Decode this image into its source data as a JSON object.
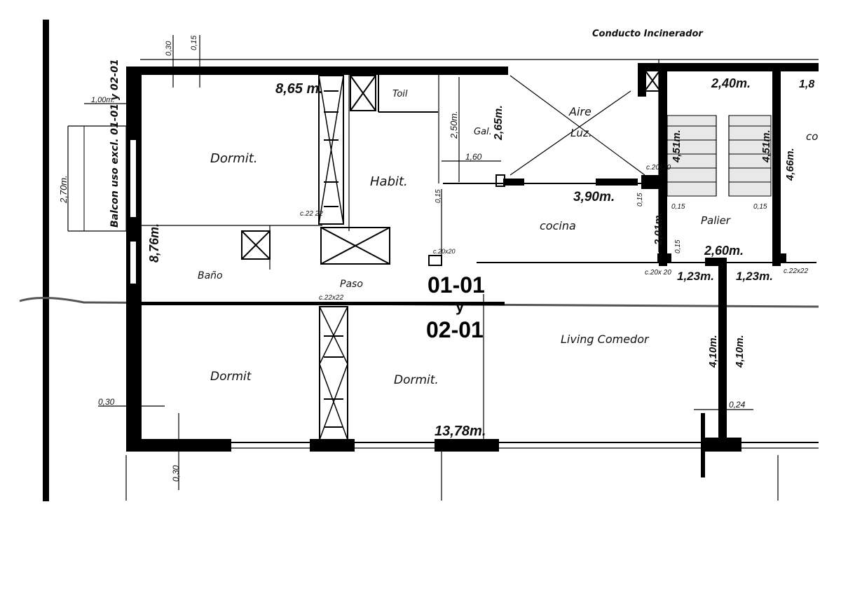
{
  "header": {
    "incinerator_label": "Conducto Incinerador"
  },
  "units": {
    "upper": "01-01",
    "connector": "y",
    "lower": "02-01"
  },
  "rooms": {
    "dormit_top": "Dormit.",
    "habit": "Habit.",
    "toil": "Toil",
    "gal": "Gal.",
    "aire_luz_1": "Aire",
    "aire_luz_2": "Luz.",
    "cocina": "cocina",
    "palier": "Palier",
    "bano": "Baño",
    "paso": "Paso",
    "dormit_bottom_left": "Dormit",
    "dormit_bottom_mid": "Dormit.",
    "living": "Living Comedor",
    "co_cut": "co",
    "balcon": "Balcon uso excl. 01-01 y 02-01"
  },
  "dimensions": {
    "d_030_top": "0,30",
    "d_015_top": "0,15",
    "d_100": "1,00m.",
    "d_270": "2,70m.",
    "d_865": "8,65 m.",
    "d_250": "2,50m.",
    "d_265": "2,65m.",
    "d_160": "1,60",
    "d_390": "3,90m.",
    "d_240": "2,40m.",
    "d_180": "1,8",
    "d_451": "4,51m.",
    "d_451b": "4,51m.",
    "d_466": "4,66m.",
    "d_876": "8,76m.",
    "d_015_a": "0,15",
    "d_015_b": "0,15",
    "d_015_c": "0,15",
    "d_015_d": "0,15",
    "d_015_e": "0,15",
    "d_201": "2,01m.",
    "d_260": "2,60m.",
    "d_123a": "1,23m.",
    "d_123b": "1,23m.",
    "d_410a": "4,10m.",
    "d_410b": "4,10m.",
    "d_030_left": "0,30",
    "d_030_bottom": "0,30",
    "d_024": "0,24",
    "d_1378": "13,78m.",
    "c_20x20_a": "c.20x20",
    "c_20x20_b": "c.20x20",
    "c_20x20_c": "c.20x 20",
    "c_22x22_a": "c.22 22",
    "c_22x22_b": "c.22x22",
    "c_22x22_c": "c.22x22"
  }
}
